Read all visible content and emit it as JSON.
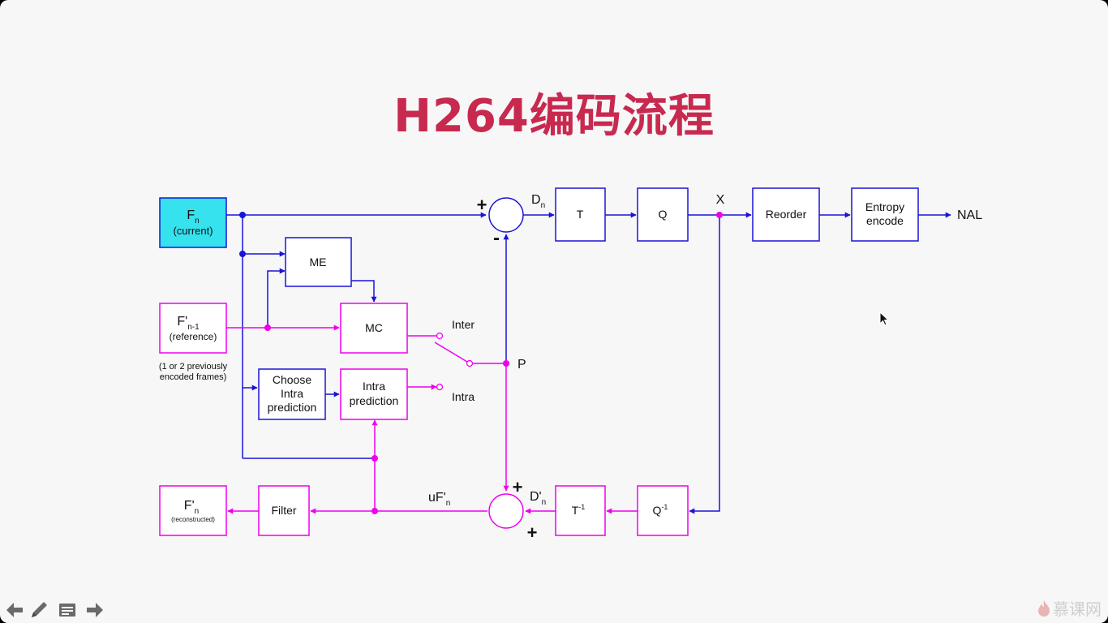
{
  "slide": {
    "title": "H264编码流程",
    "watermark": "慕课网"
  },
  "colors": {
    "title": "#c8294f",
    "blue": "#1a14d8",
    "magenta": "#ee00ee",
    "current_fill": "#35e2ee",
    "watermark": "#cfcfcf"
  },
  "diagram": {
    "fn_main": "F",
    "fn_sub": "n",
    "fn_caption": "(current)",
    "fref_main": "F'",
    "fref_sub": "n-1",
    "fref_caption": "(reference)",
    "fref_note1": "(1 or 2 previously",
    "fref_note2": "encoded frames)",
    "me": "ME",
    "mc": "MC",
    "choose_line1": "Choose",
    "choose_line2": "Intra",
    "choose_line3": "prediction",
    "intra_line1": "Intra",
    "intra_line2": "prediction",
    "inter_label": "Inter",
    "intra_label": "Intra",
    "p_label": "P",
    "plus": "+",
    "minus": "-",
    "dn_main": "D",
    "dn_sub": "n",
    "t": "T",
    "q": "Q",
    "x_label": "X",
    "reorder": "Reorder",
    "entropy_line1": "Entropy",
    "entropy_line2": "encode",
    "nal": "NAL",
    "tinv_main": "T",
    "tinv_sup": "-1",
    "qinv_main": "Q",
    "qinv_sup": "-1",
    "dprime_main": "D'",
    "dprime_sub": "n",
    "uf_main": "uF'",
    "uf_sub": "n",
    "filter": "Filter",
    "frec_main": "F'",
    "frec_sub": "n",
    "frec_caption": "(reconstructed)"
  },
  "nav": {
    "prev_icon": "arrow-left-icon",
    "pen_icon": "pencil-icon",
    "menu_icon": "slides-menu-icon",
    "next_icon": "arrow-right-icon",
    "logo_icon": "flame-logo-icon"
  }
}
